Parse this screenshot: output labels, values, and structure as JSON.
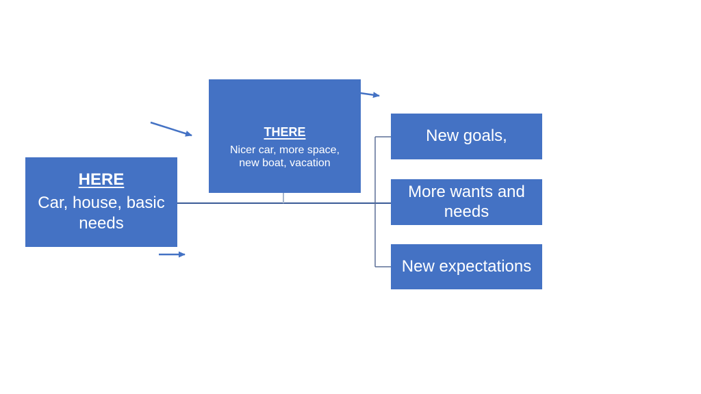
{
  "diagram": {
    "here_box": {
      "title": "HERE",
      "body": "Car, house, basic\nneeds"
    },
    "there_box": {
      "title": "THERE",
      "body": "Nicer car, more space,\nnew boat, vacation"
    },
    "outcome_boxes": [
      {
        "label": "New goals,"
      },
      {
        "label": "More wants and\nneeds"
      },
      {
        "label": "New expectations"
      }
    ],
    "arrows": [
      {
        "name": "arrow-into-there-icon",
        "direction": "down-right"
      },
      {
        "name": "arrow-out-of-there-icon",
        "direction": "right"
      },
      {
        "name": "arrow-out-of-here-icon",
        "direction": "right"
      }
    ],
    "colors": {
      "background": "#FFFFFF",
      "shape_fill": "#4472C4",
      "shape_text": "#FFFFFF",
      "connector_main": "#3A5A96",
      "connector_drop": "#A6B6CC",
      "connector_bracket": "#5B6E96",
      "arrow": "#4472C4"
    }
  }
}
